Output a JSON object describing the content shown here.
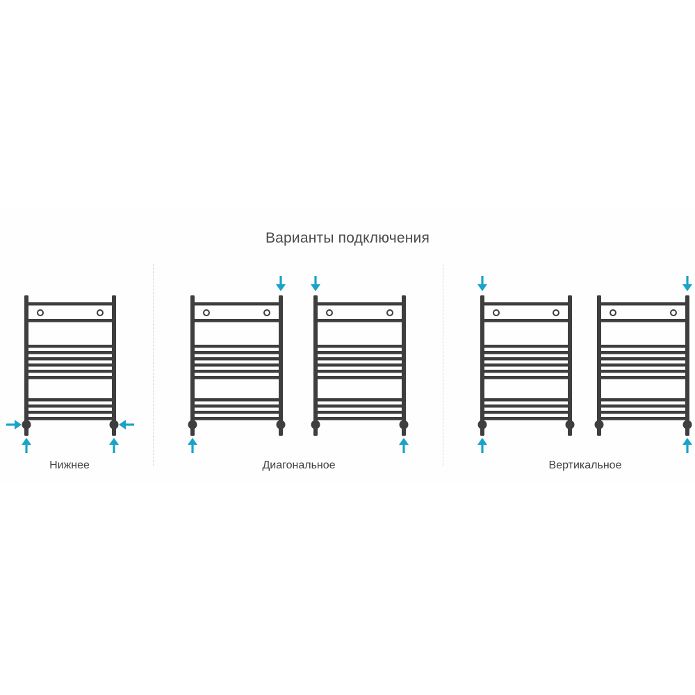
{
  "title": "Варианты подключения",
  "groups": [
    {
      "label": "Нижнее",
      "connection": "bottom",
      "units": 1
    },
    {
      "label": "Диагональное",
      "connection": "diagonal",
      "units": 2
    },
    {
      "label": "Вертикальное",
      "connection": "vertical",
      "units": 2
    }
  ],
  "colors": {
    "rail": "#3e3e3e",
    "bar": "#3e3e3e",
    "arrow": "#1aa3c9",
    "text": "#4a4a4a",
    "divider": "#d6d6d6"
  },
  "icons": {
    "radiator": "towel-rail-radiator",
    "arrow": "flow-direction-arrow"
  }
}
